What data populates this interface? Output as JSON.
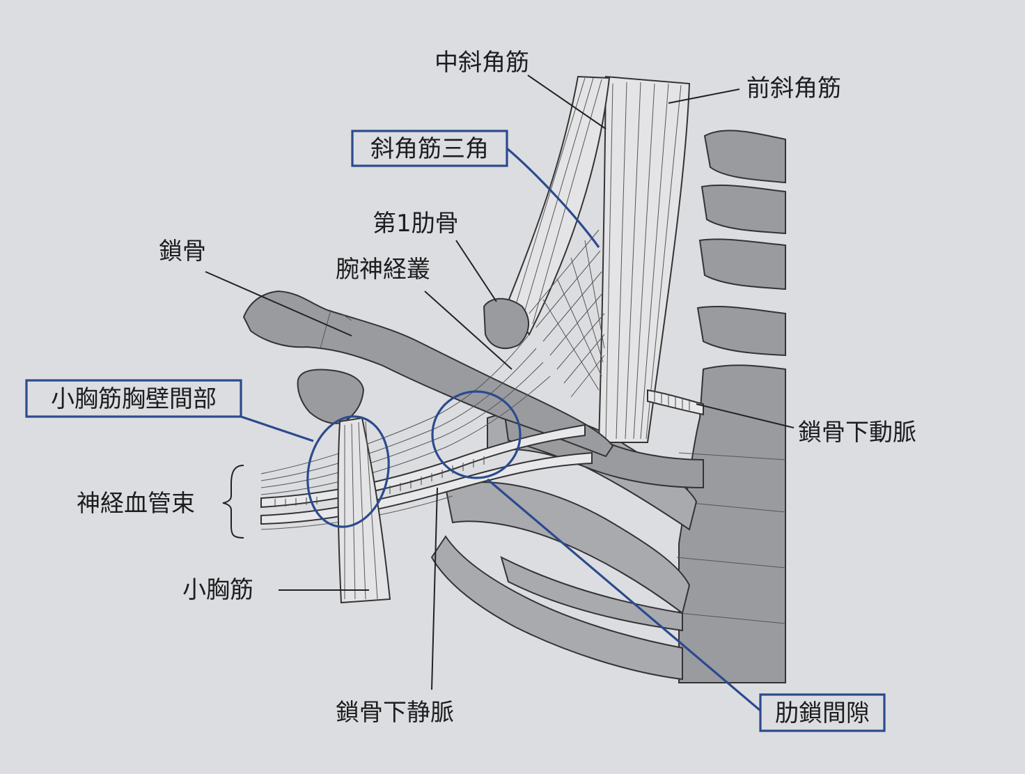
{
  "labels": {
    "middle_scalene": "中斜角筋",
    "anterior_scalene": "前斜角筋",
    "scalene_triangle": "斜角筋三角",
    "first_rib": "第1肋骨",
    "clavicle": "鎖骨",
    "brachial_plexus": "腕神経叢",
    "pectoralis_minor_space": "小胸筋胸壁間部",
    "subclavian_artery": "鎖骨下動脈",
    "neurovascular_bundle": "神経血管束",
    "pectoralis_minor": "小胸筋",
    "subclavian_vein": "鎖骨下静脈",
    "costoclavicular_space": "肋鎖間隙"
  },
  "colors": {
    "highlight": "#2b4a8f",
    "bone": "#9a9b9f",
    "background": "#dcdde0"
  }
}
